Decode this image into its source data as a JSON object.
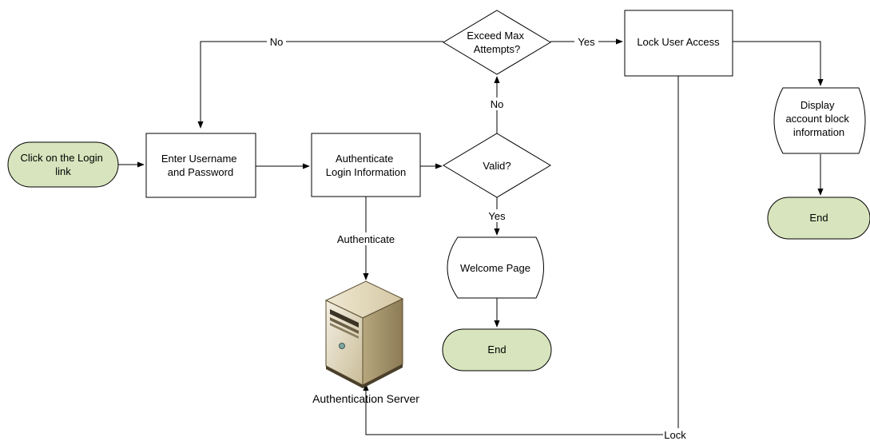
{
  "colors": {
    "terminal_fill": "#d7e4bd",
    "box_fill": "#ffffff",
    "stroke": "#000000"
  },
  "nodes": {
    "start": [
      "Click on the Login",
      "link"
    ],
    "enter_credentials": [
      "Enter Username",
      "and Password"
    ],
    "authenticate_info": [
      "Authenticate",
      "Login Information"
    ],
    "valid_decision": [
      "Valid?"
    ],
    "exceed_decision": [
      "Exceed Max",
      "Attempts?"
    ],
    "lock_access": [
      "Lock User Access"
    ],
    "display_block": [
      "Display",
      "account block",
      "information"
    ],
    "welcome_page": [
      "Welcome Page"
    ],
    "end_welcome": [
      "End"
    ],
    "end_block": [
      "End"
    ]
  },
  "edge_labels": {
    "no_retry": "No",
    "yes_lock": "Yes",
    "no_invalid": "No",
    "yes_valid": "Yes",
    "authenticate": "Authenticate",
    "lock": "Lock"
  },
  "server": {
    "icon": "server-icon",
    "caption": "Authentication Server"
  }
}
